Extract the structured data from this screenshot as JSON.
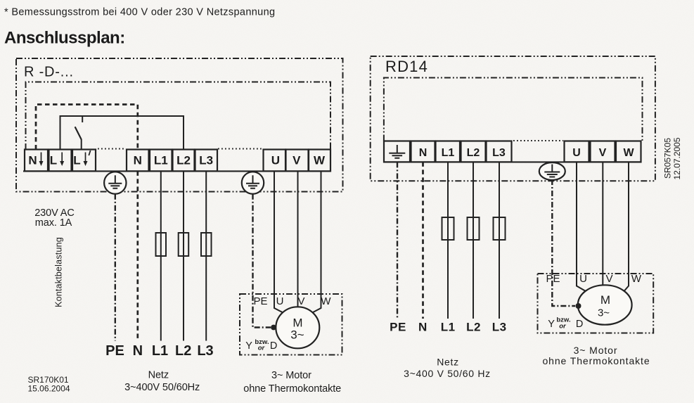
{
  "page": {
    "note": "* Bemessungsstrom bei 400 V oder 230 V Netzspannung",
    "title": "Anschlussplan:"
  },
  "colors": {
    "paper": "#f8f7f4",
    "ink": "#242424"
  },
  "left": {
    "name": "R -D-...",
    "terminals": {
      "n_in": "N",
      "l_in": "L",
      "l_out": "L",
      "n": "N",
      "l1": "L1",
      "l2": "L2",
      "l3": "L3",
      "u": "U",
      "v": "V",
      "w": "W"
    },
    "contact_rating": {
      "line1": "230V AC",
      "line2": "max. 1A",
      "label": "Kontaktbelastung"
    },
    "bottom": {
      "pe": "PE",
      "n": "N",
      "l1": "L1",
      "l2": "L2",
      "l3": "L3"
    },
    "mains": {
      "line1": "Netz",
      "line2": "3~400V 50/60Hz"
    },
    "motor": {
      "pe": "PE",
      "u": "U",
      "v": "V",
      "w": "W",
      "m": "M",
      "phases": "3~",
      "y": "Y",
      "bzw": "bzw.",
      "or": "or",
      "d": "D",
      "caption1": "3~ Motor",
      "caption2": "ohne Thermokontakte"
    },
    "doc": {
      "number": "SR170K01",
      "date": "15.06.2004"
    }
  },
  "right": {
    "name": "RD14",
    "terminals": {
      "n": "N",
      "l1": "L1",
      "l2": "L2",
      "l3": "L3",
      "u": "U",
      "v": "V",
      "w": "W"
    },
    "bottom": {
      "pe": "PE",
      "n": "N",
      "l1": "L1",
      "l2": "L2",
      "l3": "L3"
    },
    "mains": {
      "line1": "Netz",
      "line2": "3~400 V 50/60 Hz"
    },
    "motor": {
      "pe": "PE",
      "u": "U",
      "v": "V",
      "w": "W",
      "m": "M",
      "phases": "3~",
      "y": "Y",
      "bzw": "bzw.",
      "or": "or",
      "d": "D",
      "caption1": "3~ Motor",
      "caption2": "ohne Thermokontakte"
    },
    "doc": {
      "number": "SR057K05",
      "date": "12.07.2005"
    }
  }
}
